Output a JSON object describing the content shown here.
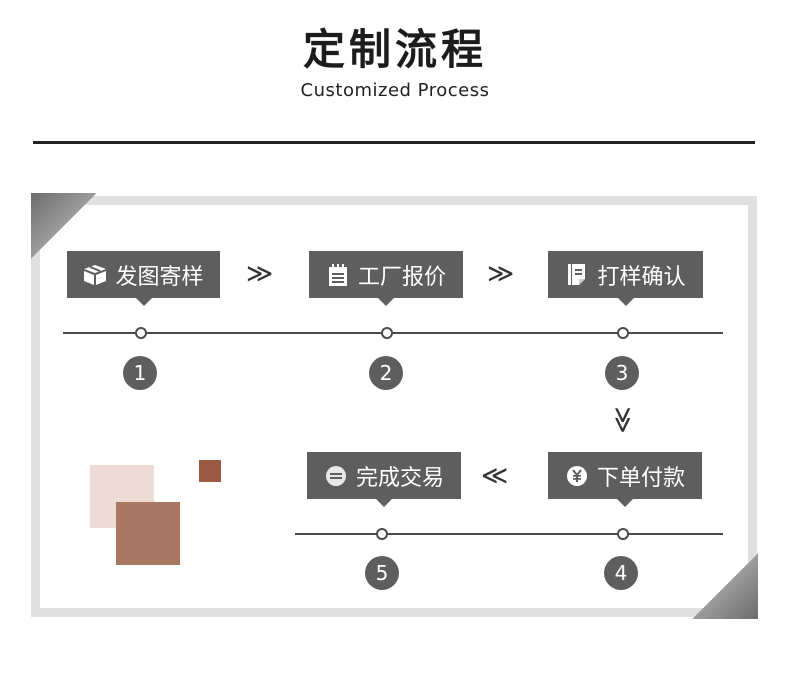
{
  "header": {
    "title": "定制流程",
    "subtitle": "Customized Process"
  },
  "steps": [
    {
      "number": "1",
      "label": "发图寄样",
      "icon": "package-box-icon"
    },
    {
      "number": "2",
      "label": "工厂报价",
      "icon": "notepad-icon"
    },
    {
      "number": "3",
      "label": "打样确认",
      "icon": "document-icon"
    },
    {
      "number": "4",
      "label": "下单付款",
      "icon": "yen-coin-icon"
    },
    {
      "number": "5",
      "label": "完成交易",
      "icon": "exchange-icon"
    }
  ],
  "arrows": {
    "right": "≫",
    "down": "≫",
    "left": "≪"
  },
  "colors": {
    "label_bg": "#5e5e5e",
    "frame": "#e0e0e0",
    "corner": "#8a8a8a",
    "square_light": "#ecdcd5",
    "square_mid": "#a97865",
    "square_dark": "#9a5a44"
  }
}
